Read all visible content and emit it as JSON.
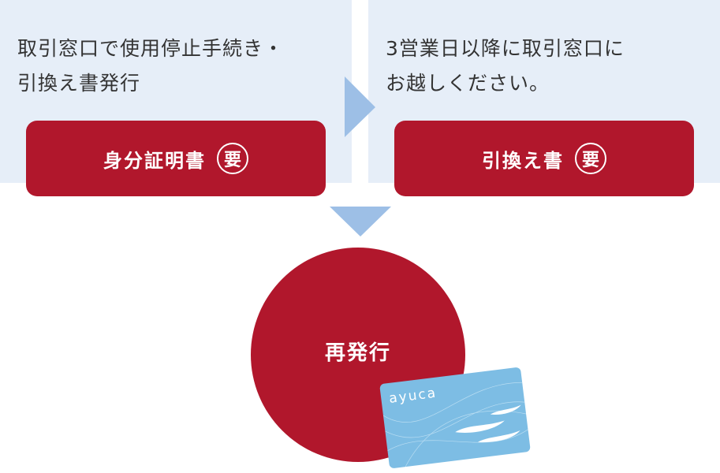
{
  "steps": [
    {
      "text_line1": "取引窓口で使用停止手続き・",
      "text_line2": "引換え書発行",
      "requirement": "身分証明書",
      "badge": "要"
    },
    {
      "text_line1": "3営業日以降に取引窓口に",
      "text_line2": "お越しください。",
      "requirement": "引換え書",
      "badge": "要"
    }
  ],
  "result": {
    "label": "再発行",
    "card_logo": "ayuca"
  },
  "colors": {
    "panel": "#e6eef8",
    "accent": "#b1172c",
    "arrow": "#9dbfe6",
    "card": "#7dbde4"
  }
}
